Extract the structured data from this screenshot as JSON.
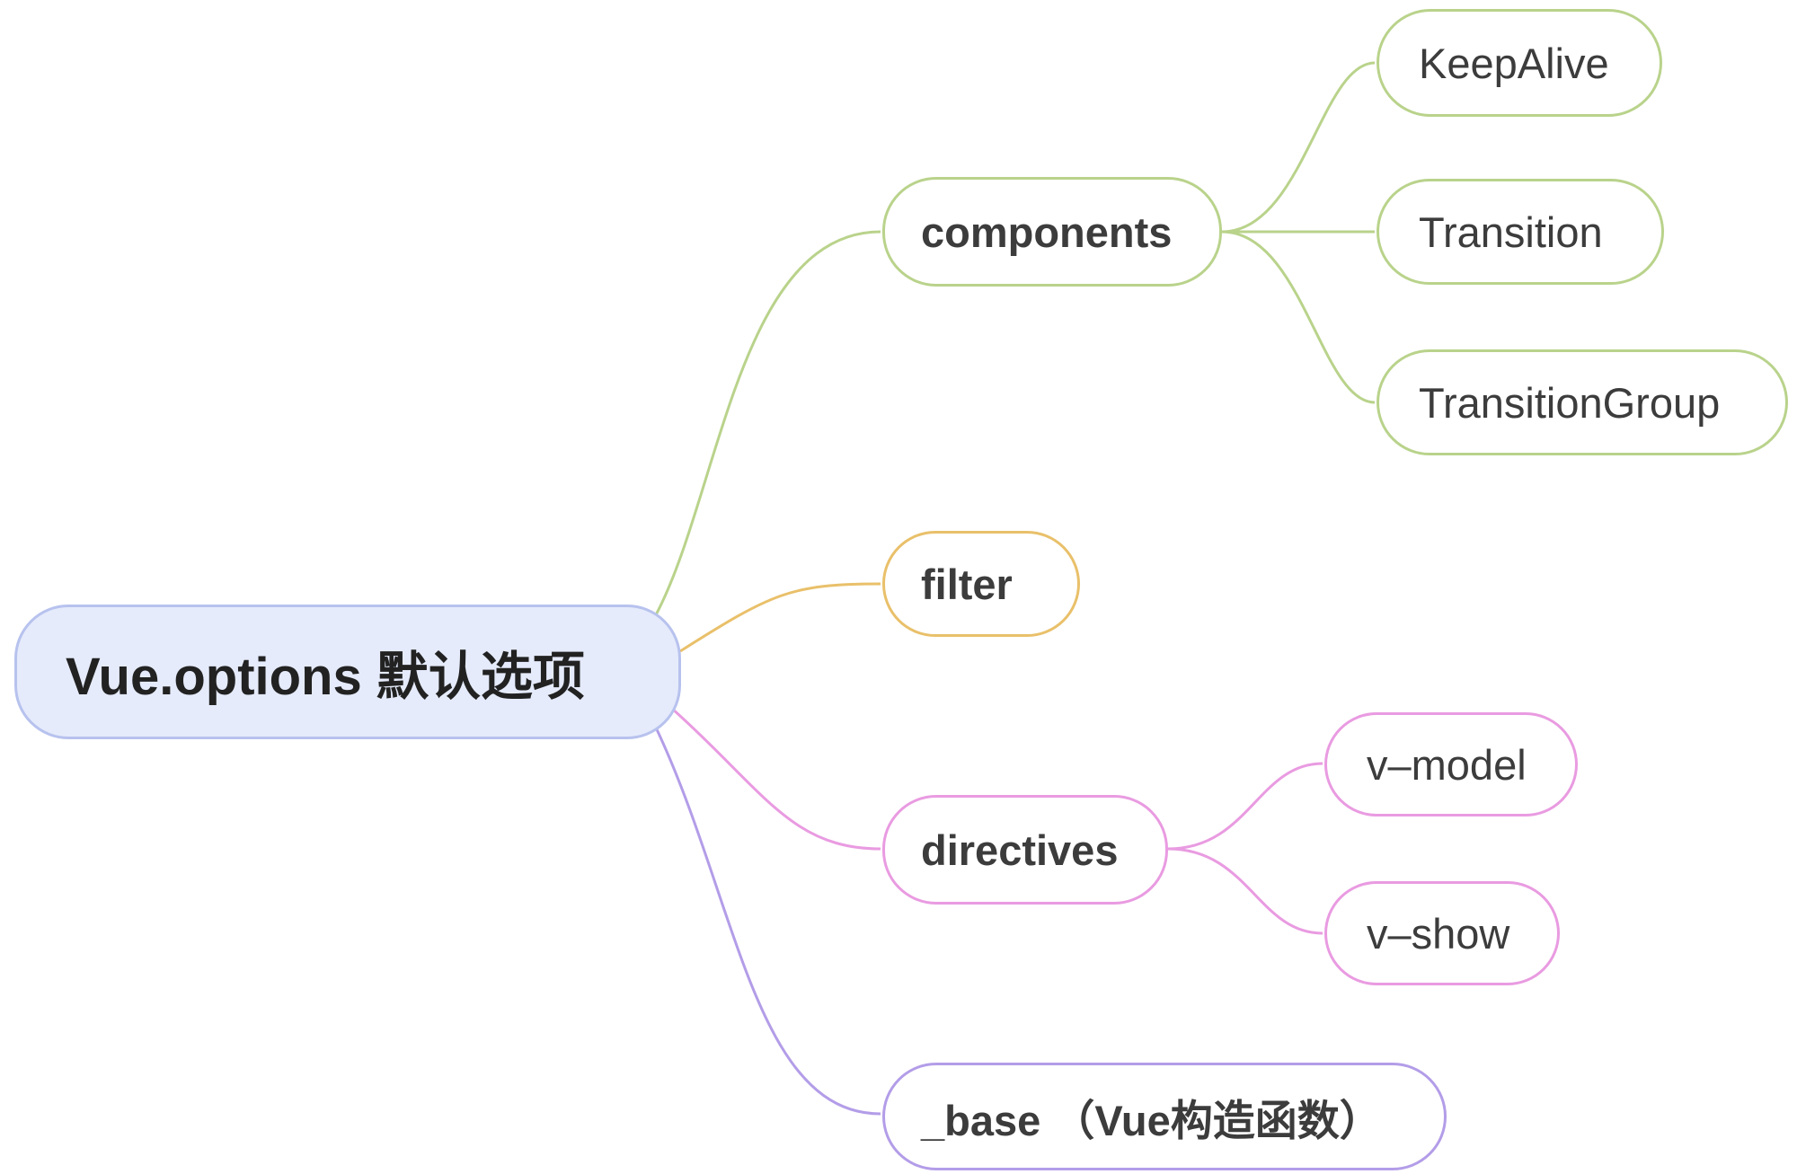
{
  "root": {
    "label": "Vue.options 默认选项"
  },
  "branches": [
    {
      "label": "components",
      "color": "#b9d38b",
      "children": [
        {
          "label": "KeepAlive"
        },
        {
          "label": "Transition"
        },
        {
          "label": "TransitionGroup"
        }
      ]
    },
    {
      "label": "filter",
      "color": "#e9c06a",
      "children": []
    },
    {
      "label": "directives",
      "color": "#e99be1",
      "children": [
        {
          "label": "v–model"
        },
        {
          "label": "v–show"
        }
      ]
    },
    {
      "label": "_base （Vue构造函数）",
      "color": "#b39de8",
      "children": []
    }
  ],
  "colors": {
    "root_fill": "#e5ebfb",
    "root_border": "#b7c2ee"
  }
}
